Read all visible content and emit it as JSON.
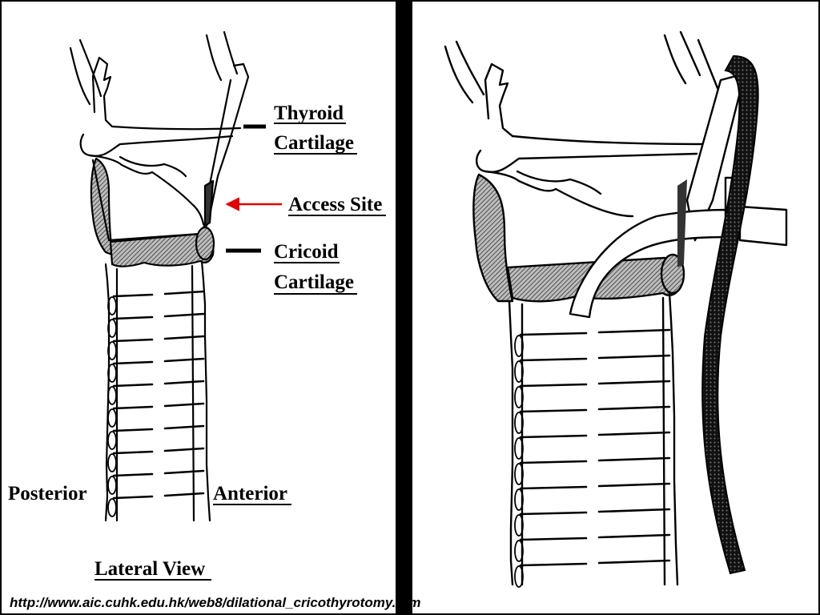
{
  "diagram": {
    "left_panel": {
      "labels": {
        "thyroid_line1": "Thyroid",
        "thyroid_line2": "Cartilage",
        "access_site": "Access Site",
        "cricoid_line1": "Cricoid",
        "cricoid_line2": "Cartilage",
        "posterior": "Posterior",
        "anterior": "Anterior",
        "view_title": "Lateral View"
      }
    },
    "colors": {
      "background": "#ffffff",
      "ink": "#000000",
      "divider": "#000000",
      "access_arrow": "#e00000",
      "hatch_fill": "#7a7a7a"
    }
  },
  "footer": {
    "source_url": "http://www.aic.cuhk.edu.hk/web8/dilational_cricothyrotomy.htm"
  }
}
